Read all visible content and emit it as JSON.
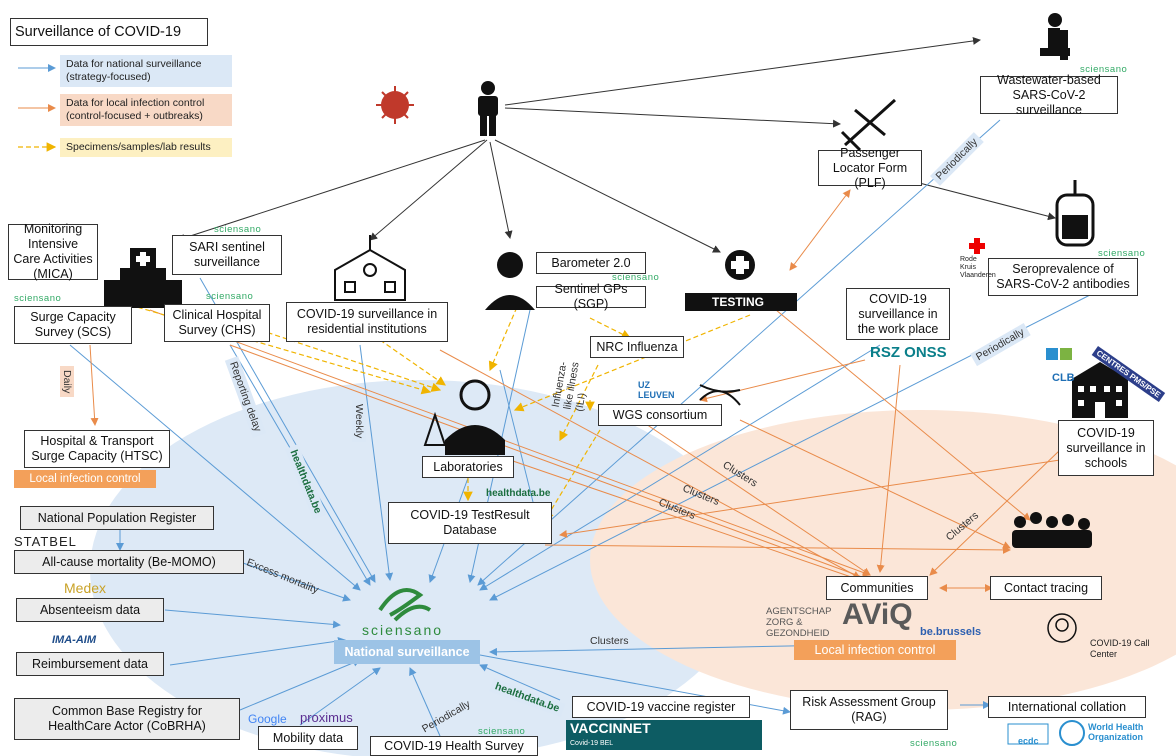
{
  "title": "Surveillance of COVID-19",
  "legend": {
    "national": "Data for national surveillance (strategy-focused)",
    "local": "Data for local infection control (control-focused + outbreaks)",
    "specimens": "Specimens/samples/lab results"
  },
  "colors": {
    "national_arrow": "#5b9bd5",
    "local_arrow": "#f4a460",
    "specimen_arrow": "#f5c542",
    "national_zone": "#dbe8f6",
    "local_zone": "#fbe4d5",
    "legend_national_bg": "#dbe8f6",
    "legend_local_bg": "#f8d9c6",
    "legend_specimen_bg": "#fdf0c2"
  },
  "nodes": {
    "wastewater": "Wastewater-based SARS-CoV-2  surveillance",
    "plf": "Passenger Locator Form (PLF)",
    "mica": "Monitoring Intensive Care Activities (MICA)",
    "sari": "SARI sentinel surveillance",
    "barometer": "Barometer 2.0",
    "sgp": "Sentinel GPs (SGP)",
    "testing": "TESTING",
    "seroprevalence": "Seroprevalence of SARS-CoV-2 antibodies",
    "rode_kruis": "Rode Kruis Vlaanderen",
    "scs": "Surge Capacity Survey (SCS)",
    "chs": "Clinical Hospital Survey (CHS)",
    "residential": "COVID-19 surveillance in residential institutions",
    "nrc": "NRC Influenza",
    "workplace": "COVID-19 surveillance in the work place",
    "rsz": "RSZ  ONSS",
    "wgs": "WGS consortium",
    "uz_leuven": "UZ LEUVEN",
    "laboratories": "Laboratories",
    "schools": "COVID-19 surveillance in schools",
    "clb": "CLB",
    "centres_pms": "CENTRES PMS/PSE",
    "htsc": "Hospital & Transport Surge Capacity (HTSC)",
    "local_control_1": "Local infection control",
    "testresult": "COVID-19 TestResult Database",
    "healthdata_top": "healthdata.be",
    "pop_register": "National Population Register",
    "statbel": "STATBEL",
    "be_momo": "All-cause mortality (Be-MOMO)",
    "medex": "Medex",
    "absenteeism": "Absenteeism data",
    "ima": "IMA-AIM",
    "reimbursement": "Reimbursement data",
    "cobrha": "Common Base Registry for HealthCare Actor (CoBRHA)",
    "mobility": "Mobility data",
    "google": "Google",
    "proximus": "proximus",
    "health_survey": "COVID-19 Health Survey",
    "national_surveillance": "National surveillance",
    "sciensano": "sciensano",
    "communities": "Communities",
    "contact_tracing": "Contact tracing",
    "agentschap": "AGENTSCHAP ZORG & GEZONDHEID",
    "aviq": "AViQ",
    "be_brussels": "be.brussels",
    "local_control_2": "Local infection control",
    "call_center": "COVID-19 Call Center",
    "vaccine_register": "COVID-19 vaccine register",
    "vaccinnet": "VACCINNET",
    "vaccinnet_sub": "Covid-19 BEL",
    "rag": "Risk Assessment Group (RAG)",
    "international": "International collation",
    "ecdc": "ecdc",
    "who": "World Health Organization"
  },
  "edge_labels": {
    "daily": "Daily",
    "reporting_delay": "Reporting delay",
    "weekly": "Weekly",
    "healthdata_left": "healthdata.be",
    "ili": "Influenza-like illness (ILI)",
    "excess": "Excess mortality",
    "periodically_1": "Periodically",
    "periodically_2": "Periodically",
    "periodically_3": "Periodically",
    "clusters_1": "Clusters",
    "clusters_2": "Clusters",
    "clusters_3": "Clusters",
    "clusters_4": "Clusters",
    "clusters_5": "Clusters",
    "healthdata_bottom": "healthdata.be"
  },
  "logo_label": "sciensano"
}
